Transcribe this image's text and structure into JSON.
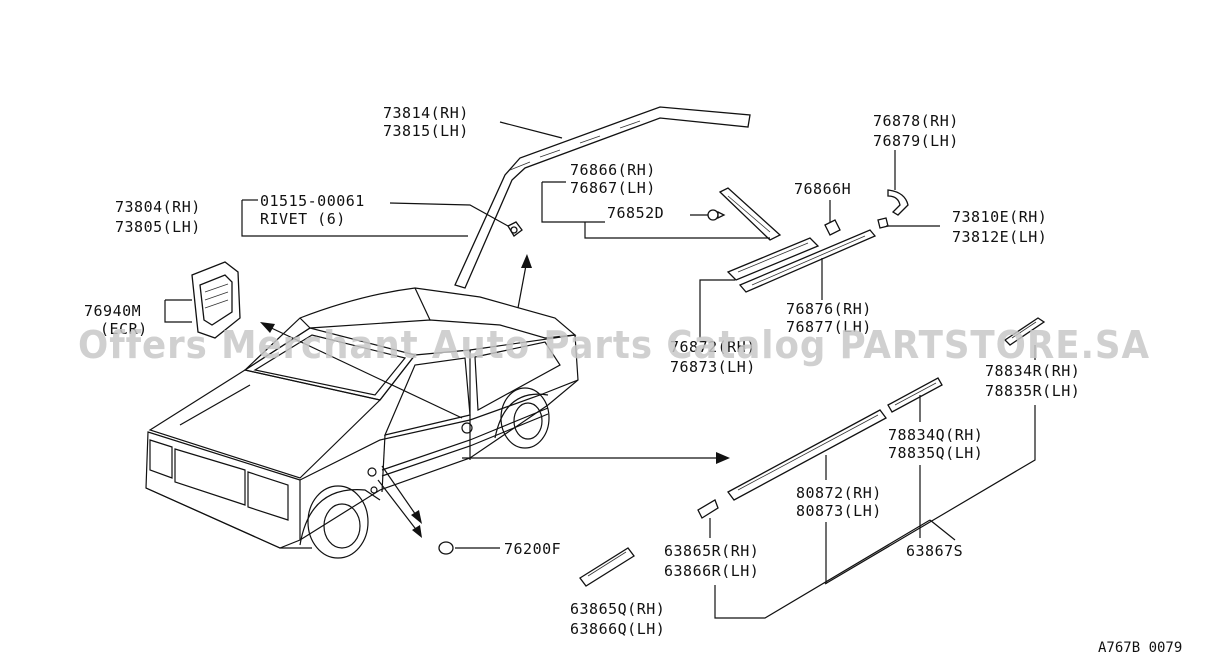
{
  "labels": {
    "l73814": "73814(RH)",
    "l73815": "73815(LH)",
    "l73804": "73804(RH)",
    "l73805": "73805(LH)",
    "l01515": "01515-00061",
    "rivet": "RIVET (6)",
    "l76866": "76866(RH)",
    "l76867": "76867(LH)",
    "l76852d": "76852D",
    "l76866h": "76866H",
    "l76878": "76878(RH)",
    "l76879": "76879(LH)",
    "l73810e": "73810E(RH)",
    "l73812e": "73812E(LH)",
    "l76940m": "76940M",
    "ecr": "(ECR)",
    "l76876": "76876(RH)",
    "l76877": "76877(LH)",
    "l76872": "76872(RH)",
    "l76873": "76873(LH)",
    "l78834r": "78834R(RH)",
    "l78835r": "78835R(LH)",
    "l78834q": "78834Q(RH)",
    "l78835q": "78835Q(LH)",
    "l80872": "80872(RH)",
    "l80873": "80873(LH)",
    "l63865r": "63865R(RH)",
    "l63866r": "63866R(LH)",
    "l63867s": "63867S",
    "l76200f": "76200F",
    "l63865q": "63865Q(RH)",
    "l63866q": "63866Q(LH)"
  },
  "watermark": "Offers Merchant Auto Parts Catalog PARTSTORE.SA",
  "reference": "A767B 0079",
  "colors": {
    "ink": "#111111",
    "watermark": "#c8c8c8",
    "background": "#ffffff"
  }
}
